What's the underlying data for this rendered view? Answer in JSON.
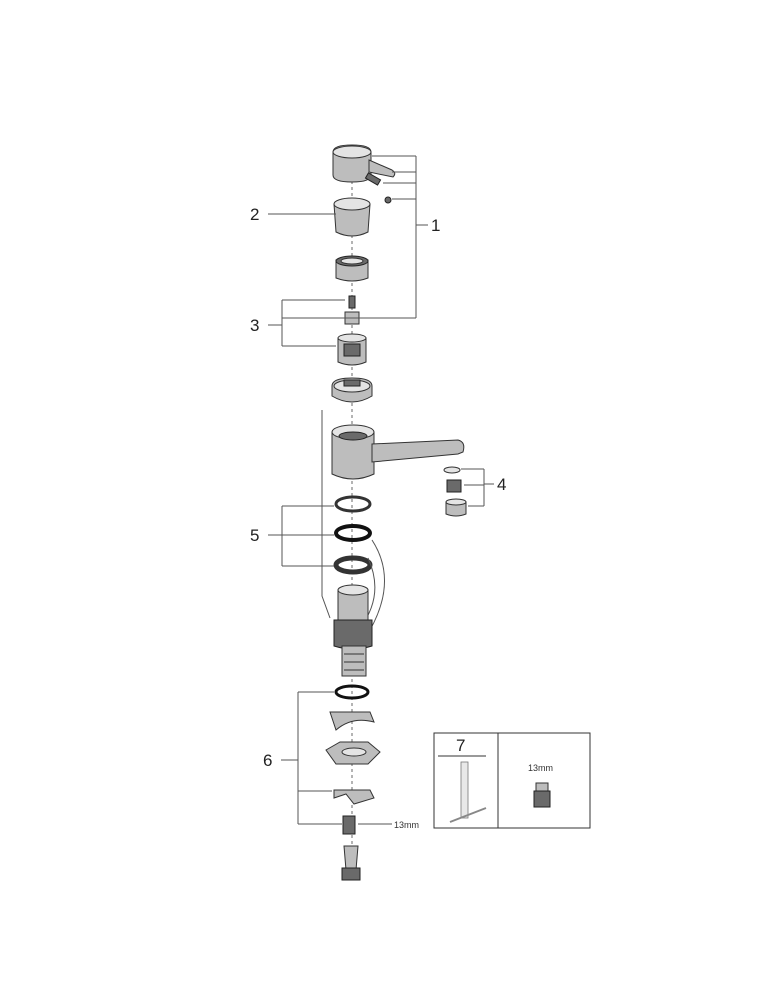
{
  "callouts": {
    "c1": "1",
    "c2": "2",
    "c3": "3",
    "c4": "4",
    "c5": "5",
    "c6": "6",
    "c7": "7"
  },
  "dimensions": {
    "wrench_size_main": "13mm",
    "wrench_size_box": "13mm"
  },
  "icons": [
    "lever-handle-icon",
    "cap-icon",
    "nut-icon",
    "cartridge-icon",
    "faucet-body-icon",
    "aerator-icon",
    "o-ring-icon",
    "shank-icon",
    "mounting-plate-icon",
    "hose-fitting-icon",
    "tool-icon"
  ],
  "colors": {
    "part_fill": "#bdbdbd",
    "line": "#555555"
  }
}
